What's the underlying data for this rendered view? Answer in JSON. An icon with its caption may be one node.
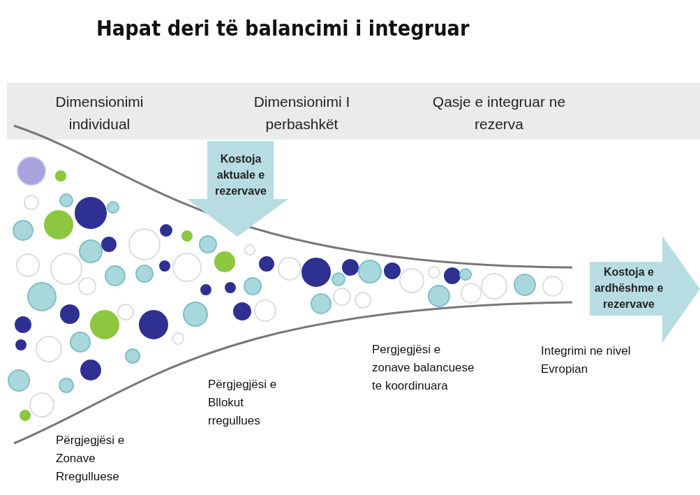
{
  "diagram": {
    "title": "Hapat deri të balancimi i integruar",
    "nodes": [
      {
        "text": [
          "Kostoja aktuale e rezervave"
        ]
      },
      {
        "text": [
          "Kostoja e ardhëshme e rezervave"
        ]
      }
    ],
    "edges": [],
    "labels": [
      "Dimensionimi individual",
      "Dimensionimi I perbashkët",
      "Qasje e integruar ne rezerva",
      "Përgjegjësi e Zonave Rregulluese",
      "Përgjegjësi e Bllokut rregullues",
      "Pergjegjësi e zonave balancuese te koordinuara",
      "Integrimi ne nivel Evropian"
    ]
  }
}
